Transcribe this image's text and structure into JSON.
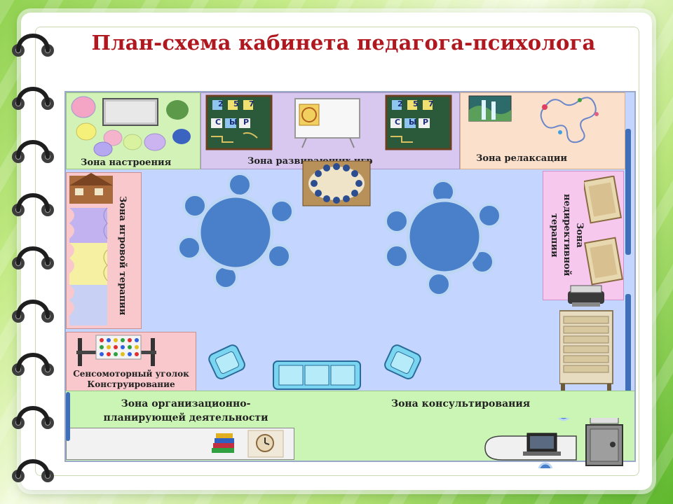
{
  "title": "План-схема кабинета педагога-психолога",
  "zones": {
    "mood": "Зона настроения",
    "developing_games": "Зона развивающих игр",
    "relaxation": "Зона релаксации",
    "play_therapy": "Зона игровой терапии",
    "indirect_therapy_1": "Зона",
    "indirect_therapy_2": "недирективной",
    "indirect_therapy_3": "терапии",
    "sensorimotor_1": "Сенсомоторный уголок",
    "sensorimotor_2": "Конструирование",
    "organizational_1": "Зона организационно-",
    "organizational_2": "планирующей деятельности",
    "consulting": "Зона консультирования"
  },
  "board_cards": {
    "top": [
      "2",
      "5",
      "7"
    ],
    "bottom": [
      "С",
      "Ы",
      "Р"
    ]
  },
  "icons": [
    "ring-binder-icon",
    "table-icon",
    "chair-icon",
    "sofa-icon",
    "armchair-icon",
    "wooden-house-icon",
    "laptop-icon",
    "printer-icon",
    "safe-icon",
    "drawer-cabinet-icon",
    "books-icon",
    "clock-icon",
    "mirror-icon",
    "waterfall-picture-icon",
    "sand-table-icon"
  ],
  "colors": {
    "title": "#b01820",
    "floor": "#c4d6ff",
    "mood_zone": "#d2f2b8",
    "games_zone": "#d8c8f0",
    "relax_zone": "#fbe0cc",
    "play_zone": "#f8c8cc",
    "indirect_zone": "#f6c8ee",
    "bottom_zone": "#cbf5b4",
    "furniture": "#4a7fc9"
  }
}
